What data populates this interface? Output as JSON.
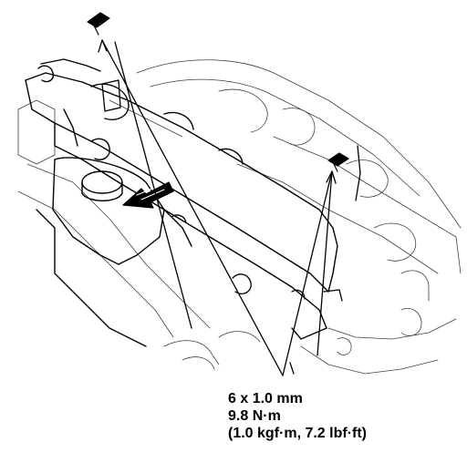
{
  "callout": {
    "size": "6 x 1.0 mm",
    "torque_nm": "9.8 N·m",
    "torque_alt": "(1.0 kgf·m, 7.2 lbf·ft)"
  },
  "colors": {
    "ink": "#000000",
    "background": "#ffffff"
  }
}
